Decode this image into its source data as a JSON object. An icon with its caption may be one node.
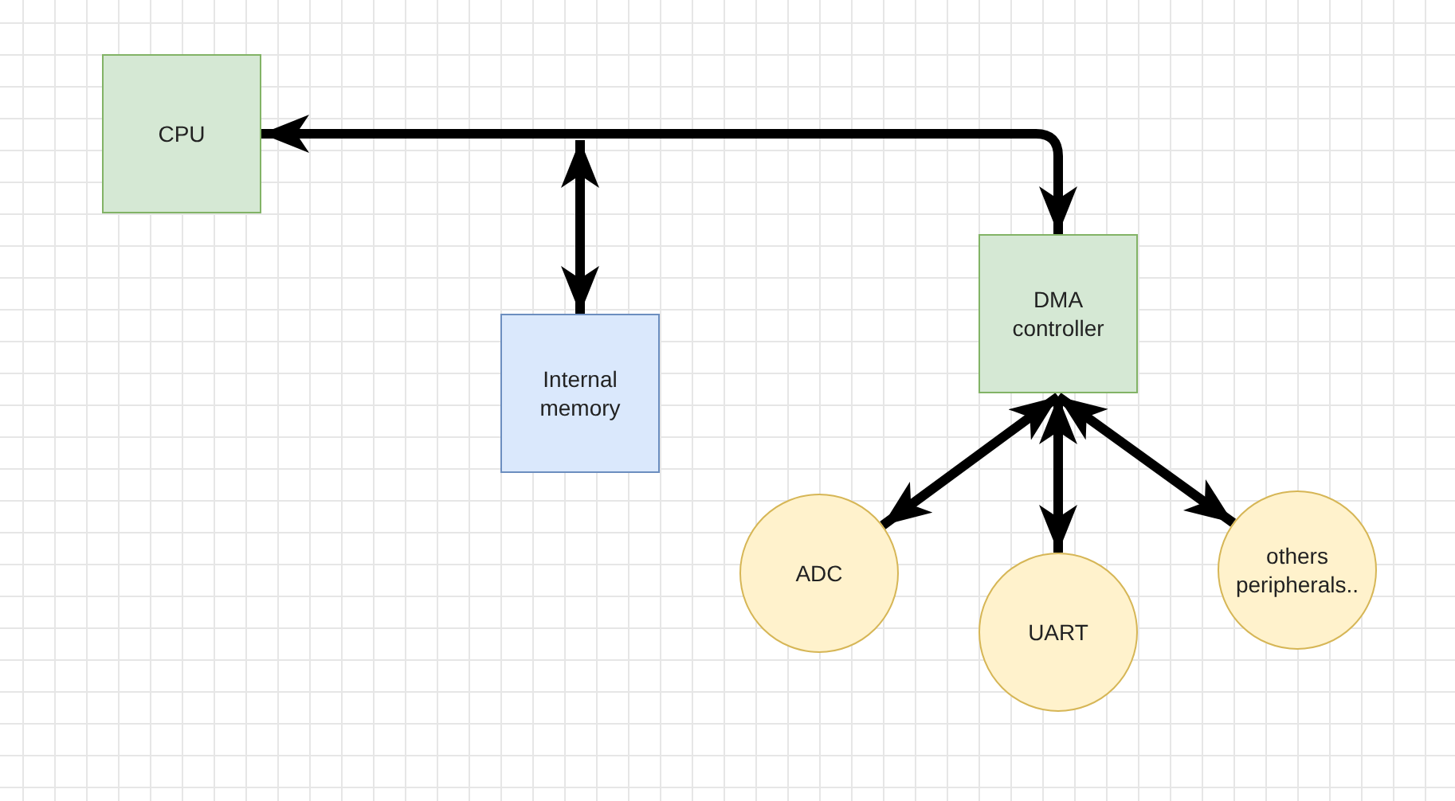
{
  "diagram": {
    "nodes": [
      {
        "text": [
          "CPU"
        ]
      },
      {
        "text": [
          "Internal memory"
        ]
      },
      {
        "text": [
          "DMA controller"
        ]
      },
      {
        "text": [
          "ADC"
        ]
      },
      {
        "text": [
          "UART"
        ]
      },
      {
        "text": [
          "others peripherals.."
        ]
      }
    ],
    "edges": [
      {
        "from": 0,
        "to": 2,
        "arrow": "both"
      },
      {
        "from": null,
        "to": 1,
        "arrow": "both"
      },
      {
        "from": 2,
        "to": 3,
        "arrow": "both"
      },
      {
        "from": 2,
        "to": 4,
        "arrow": "both"
      },
      {
        "from": 2,
        "to": 5,
        "arrow": "both"
      }
    ]
  }
}
